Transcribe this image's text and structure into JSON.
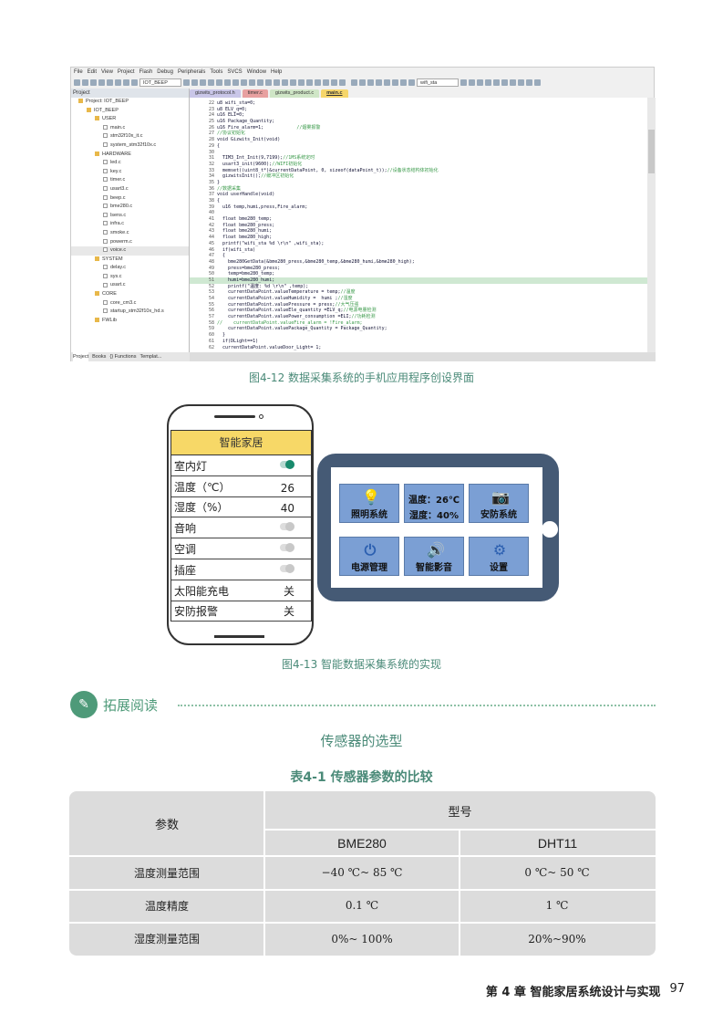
{
  "ide": {
    "menu": [
      "File",
      "Edit",
      "View",
      "Project",
      "Flash",
      "Debug",
      "Peripherals",
      "Tools",
      "SVCS",
      "Window",
      "Help"
    ],
    "target": "IOT_BEEP",
    "function_box": "wifi_sta",
    "tabs": [
      {
        "label": "gizwits_protocol.h",
        "color": "#c9c6e8"
      },
      {
        "label": "timer.c",
        "color": "#e8a0a0"
      },
      {
        "label": "gizwits_product.c",
        "color": "#cfe6c6"
      },
      {
        "label": "main.c",
        "color": "#f6d66a"
      }
    ],
    "project_header": "Project",
    "tree": [
      {
        "label": "Project: IOT_BEEP",
        "level": 0,
        "type": "root"
      },
      {
        "label": "IOT_BEEP",
        "level": 1,
        "type": "folder"
      },
      {
        "label": "USER",
        "level": 2,
        "type": "folder"
      },
      {
        "label": "main.c",
        "level": 3,
        "type": "file"
      },
      {
        "label": "stm32f10x_it.c",
        "level": 3,
        "type": "file"
      },
      {
        "label": "system_stm32f10x.c",
        "level": 3,
        "type": "file"
      },
      {
        "label": "HARDWARE",
        "level": 2,
        "type": "folder"
      },
      {
        "label": "led.c",
        "level": 3,
        "type": "file"
      },
      {
        "label": "key.c",
        "level": 3,
        "type": "file"
      },
      {
        "label": "timer.c",
        "level": 3,
        "type": "file"
      },
      {
        "label": "usart3.c",
        "level": 3,
        "type": "file"
      },
      {
        "label": "beep.c",
        "level": 3,
        "type": "file"
      },
      {
        "label": "bme280.c",
        "level": 3,
        "type": "file"
      },
      {
        "label": "lsens.c",
        "level": 3,
        "type": "file"
      },
      {
        "label": "infra.c",
        "level": 3,
        "type": "file"
      },
      {
        "label": "smoke.c",
        "level": 3,
        "type": "file"
      },
      {
        "label": "powerm.c",
        "level": 3,
        "type": "file"
      },
      {
        "label": "voice.c",
        "level": 3,
        "type": "file"
      },
      {
        "label": "SYSTEM",
        "level": 2,
        "type": "folder"
      },
      {
        "label": "delay.c",
        "level": 3,
        "type": "file"
      },
      {
        "label": "sys.c",
        "level": 3,
        "type": "file"
      },
      {
        "label": "usart.c",
        "level": 3,
        "type": "file"
      },
      {
        "label": "CORE",
        "level": 2,
        "type": "folder"
      },
      {
        "label": "core_cm3.c",
        "level": 3,
        "type": "file"
      },
      {
        "label": "startup_stm32f10x_hd.s",
        "level": 3,
        "type": "file"
      },
      {
        "label": "FWLib",
        "level": 2,
        "type": "folder"
      }
    ],
    "bottom_tabs": [
      "Project",
      "Books",
      "{} Functions",
      "Templat..."
    ],
    "code": [
      {
        "n": "22",
        "t": "u8 wifi_sta=0;"
      },
      {
        "n": "23",
        "t": "u8 ELV_q=0;"
      },
      {
        "n": "24",
        "t": "u16 ELI=0;"
      },
      {
        "n": "25",
        "t": "u16 Package_Quantity;"
      },
      {
        "n": "26",
        "t": "u16 Fire_alarm=1;            ",
        "c": "//烟雾报警"
      },
      {
        "n": "27",
        "t": "",
        "c": "//协议初始化"
      },
      {
        "n": "28",
        "t": "void Gizwits_Init(void)"
      },
      {
        "n": "29",
        "t": "{"
      },
      {
        "n": "30",
        "t": ""
      },
      {
        "n": "31",
        "t": "  TIM3_Int_Init(9,7199);",
        "c": "//1MS系统定时"
      },
      {
        "n": "32",
        "t": "  usart3_init(9600);",
        "c": "//WIFI初始化"
      },
      {
        "n": "33",
        "t": "  memset((uint8_t*)&currentDataPoint, 0, sizeof(dataPoint_t));",
        "c": "//设备状态结构体初始化"
      },
      {
        "n": "34",
        "t": "  gizwitsInit();",
        "c": "//缓冲区初始化"
      },
      {
        "n": "35",
        "t": "}"
      },
      {
        "n": "36",
        "t": "",
        "c": "//数据采集"
      },
      {
        "n": "37",
        "t": "void userHandle(void)"
      },
      {
        "n": "38",
        "t": "{"
      },
      {
        "n": "39",
        "t": "  u16 temp,humi,press,Fire_alarm;"
      },
      {
        "n": "40",
        "t": ""
      },
      {
        "n": "41",
        "t": "  float bme280_temp;"
      },
      {
        "n": "42",
        "t": "  float bme280_press;"
      },
      {
        "n": "43",
        "t": "  float bme280_humi;"
      },
      {
        "n": "44",
        "t": "  float bme280_high;"
      },
      {
        "n": "45",
        "t": "  printf(\"wifi_sta %d \\r\\n\" ,wifi_sta);"
      },
      {
        "n": "46",
        "t": "  if(wifi_sta)"
      },
      {
        "n": "47",
        "t": "  {"
      },
      {
        "n": "48",
        "t": "    bme280GetData(&bme280_press,&bme280_temp,&bme280_humi,&bme280_high);"
      },
      {
        "n": "49",
        "t": "    press=bme280_press;"
      },
      {
        "n": "50",
        "t": "    temp=bme280_temp;"
      },
      {
        "n": "51",
        "t": "    humi=bme280_humi;",
        "hl": true
      },
      {
        "n": "52",
        "t": "    printf(\"温度: %d \\r\\n\" ,temp);"
      },
      {
        "n": "53",
        "t": "    currentDataPoint.valueTemperature = temp;",
        "c": "//温度"
      },
      {
        "n": "54",
        "t": "    currentDataPoint.valueHumidity =  humi ;",
        "c": "//湿度"
      },
      {
        "n": "55",
        "t": "    currentDataPoint.valuePressure = press;",
        "c": "//大气压强"
      },
      {
        "n": "56",
        "t": "    currentDataPoint.valueEle_quantity =ELV_q;",
        "c": "//电源电量检测"
      },
      {
        "n": "57",
        "t": "    currentDataPoint.valuePower_consumption =ELI;",
        "c": "//功耗检测"
      },
      {
        "n": "58",
        "t": "",
        "c": "//    currentDataPoint.valueFire_alarm = !Fire_alarm;"
      },
      {
        "n": "59",
        "t": "    currentDataPoint.valuePackage_Quantity = Package_Quantity;"
      },
      {
        "n": "60",
        "t": "  }"
      },
      {
        "n": "61",
        "t": "  if(DLight==1)"
      },
      {
        "n": "62",
        "t": "  currentDataPoint.valueDoor_Light= 1;"
      }
    ]
  },
  "fig1_caption": "图4-12   数据采集系统的手机应用程序创设界面",
  "phone": {
    "title": "智能家居",
    "rows": [
      {
        "label": "室内灯",
        "type": "toggle",
        "on": true
      },
      {
        "label": "温度（℃）",
        "type": "value",
        "value": "26"
      },
      {
        "label": "湿度（%）",
        "type": "value",
        "value": "40"
      },
      {
        "label": "音响",
        "type": "toggle",
        "on": false
      },
      {
        "label": "空调",
        "type": "toggle",
        "on": false
      },
      {
        "label": "插座",
        "type": "toggle",
        "on": false
      },
      {
        "label": "太阳能充电",
        "type": "value",
        "value": "关"
      },
      {
        "label": "安防报警",
        "type": "value",
        "value": "关"
      }
    ]
  },
  "tablet": {
    "tiles": [
      {
        "label": "照明系统",
        "icon": "lightbulb-icon",
        "glyph": "💡"
      },
      {
        "label": "",
        "icon": "",
        "lines": [
          "温度：26℃",
          "湿度：40%"
        ]
      },
      {
        "label": "安防系统",
        "icon": "camera-icon",
        "glyph": "📷"
      },
      {
        "label": "电源管理",
        "icon": "power-icon",
        "glyph": "⏻"
      },
      {
        "label": "智能影音",
        "icon": "speaker-icon",
        "glyph": "🔊"
      },
      {
        "label": "设置",
        "icon": "gear-icon",
        "glyph": "⚙"
      }
    ]
  },
  "fig2_caption": "图4-13   智能数据采集系统的实现",
  "extended": {
    "title": "拓展阅读"
  },
  "section_title": "传感器的选型",
  "table": {
    "caption": "表4-1   传感器参数的比较",
    "param_header": "参数",
    "model_header": "型号",
    "models": [
      "BME280",
      "DHT11"
    ],
    "rows": [
      {
        "param": "温度测量范围",
        "values": [
          "−40 ℃~ 85 ℃",
          "0 ℃~ 50 ℃"
        ]
      },
      {
        "param": "温度精度",
        "values": [
          "0.1 ℃",
          "1 ℃"
        ]
      },
      {
        "param": "湿度测量范围",
        "values": [
          "0%~ 100%",
          "20%~90%"
        ]
      }
    ]
  },
  "footer": {
    "chapter": "第 4 章   智能家居系统设计与实现",
    "page": "97"
  }
}
